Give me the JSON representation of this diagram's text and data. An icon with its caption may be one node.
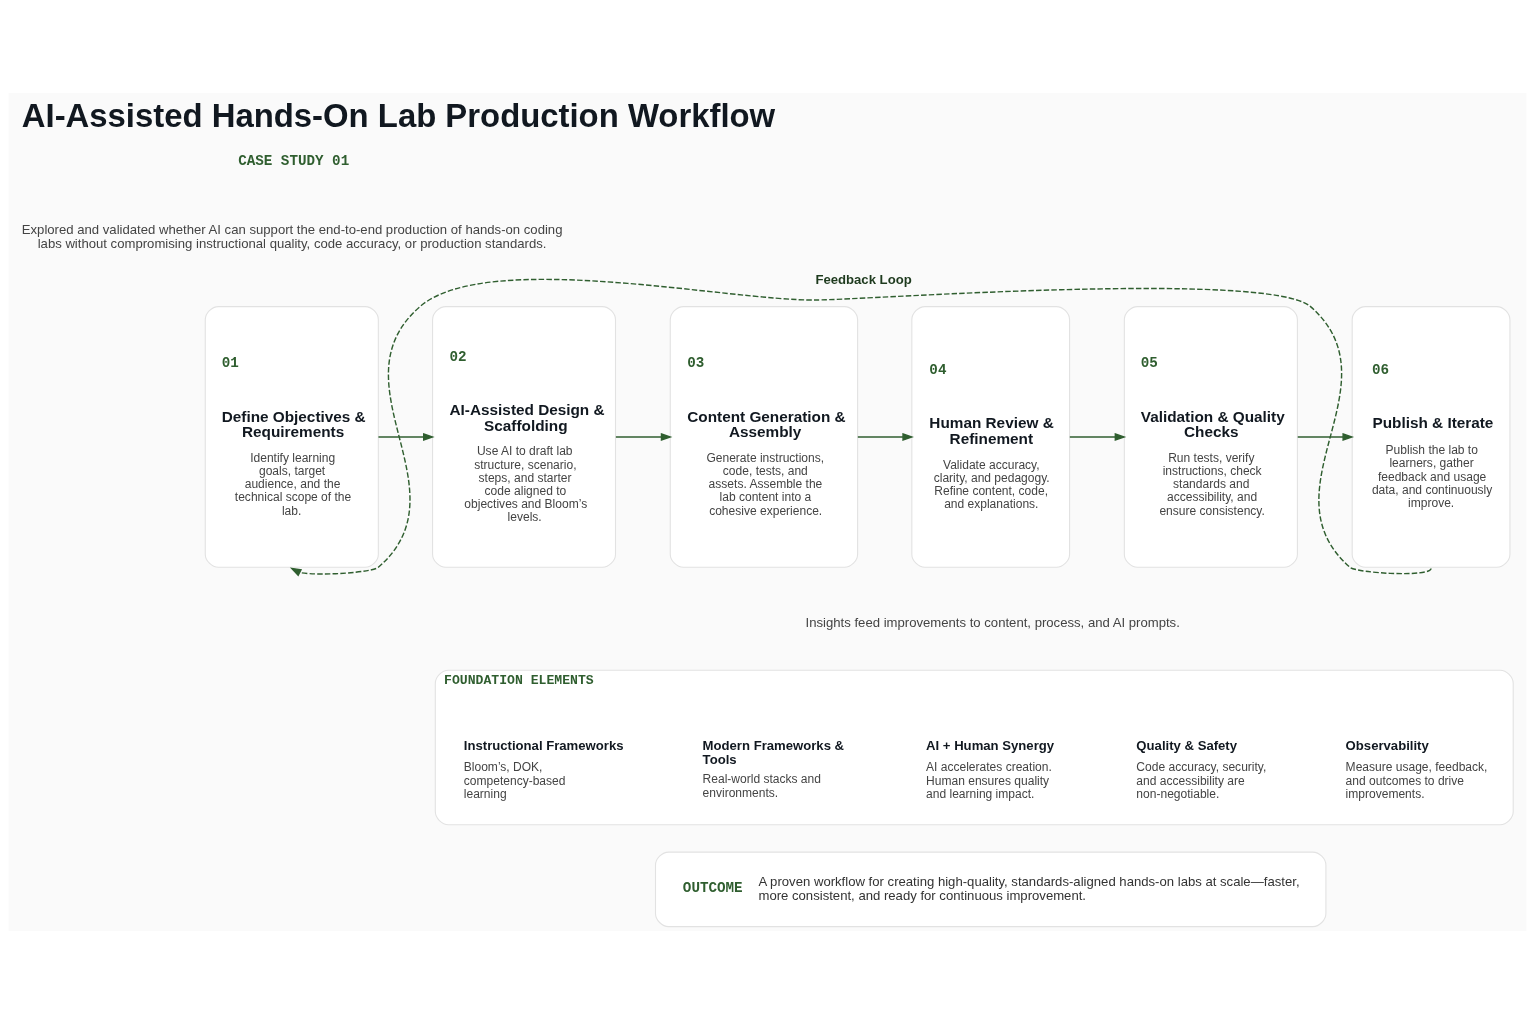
{
  "diagram": {
    "title": "AI-Assisted Hands-On Lab Production Workflow",
    "nodes": [
      {
        "text": [
          "01",
          "Define Objectives & Requirements",
          "Identify learning goals, target audience, and the technical scope of the lab."
        ]
      },
      {
        "text": [
          "02",
          "AI-Assisted Design & Scaffolding",
          "Use AI to draft lab structure, scenario, steps, and starter code aligned to objectives and Bloom’s levels."
        ]
      },
      {
        "text": [
          "03",
          "Content Generation & Assembly",
          "Generate instructions, code, tests, and assets. Assemble the lab content into a cohesive experience."
        ]
      },
      {
        "text": [
          "04",
          "Human Review & Refinement",
          "Validate accuracy, clarity, and pedagogy. Refine content, code, and explanations."
        ]
      },
      {
        "text": [
          "05",
          "Validation & Quality Checks",
          "Run tests, verify instructions, check standards and accessibility, and ensure consistency."
        ]
      },
      {
        "text": [
          "06",
          "Publish & Iterate",
          "Publish the lab to learners, gather feedback and usage data, and continuously improve."
        ]
      },
      {
        "text": [
          "FOUNDATION ELEMENTS"
        ]
      },
      {
        "text": [
          "Instructional Frameworks",
          "Bloom’s, DOK, competency-based learning"
        ],
        "in": 6
      },
      {
        "text": [
          "Modern Frameworks & Tools",
          "Real-world stacks and environments."
        ],
        "in": 6
      },
      {
        "text": [
          "AI + Human Synergy",
          "AI accelerates creation. Human ensures quality and learning impact."
        ],
        "in": 6
      },
      {
        "text": [
          "Quality & Safety",
          "Code accuracy, security, and accessibility are non-negotiable."
        ],
        "in": 6
      },
      {
        "text": [
          "Observability",
          "Measure usage, feedback, and outcomes to drive improvements."
        ],
        "in": 6
      },
      {
        "text": [
          "OUTCOME",
          "A proven workflow for creating high-quality, standards-aligned hands-on labs at scale—faster, more consistent, and ready for continuous improvement."
        ]
      }
    ],
    "edges": [
      {
        "from": 0,
        "to": 1,
        "arrow": "to"
      },
      {
        "from": 1,
        "to": 2,
        "arrow": "to"
      },
      {
        "from": 2,
        "to": 3,
        "arrow": "to"
      },
      {
        "from": 3,
        "to": 4,
        "arrow": "to"
      },
      {
        "from": 4,
        "to": 5,
        "arrow": "to"
      },
      {
        "from": 5,
        "to": 0,
        "arrow": "to",
        "label": "Feedback Loop",
        "style": "dashed"
      }
    ],
    "labels": [
      "CASE STUDY 01",
      "Explored and validated whether AI can support the end-to-end production of hands-on coding labs without compromising instructional quality, code accuracy, or production standards.",
      "Insights feed improvements to content, process, and AI prompts."
    ]
  }
}
